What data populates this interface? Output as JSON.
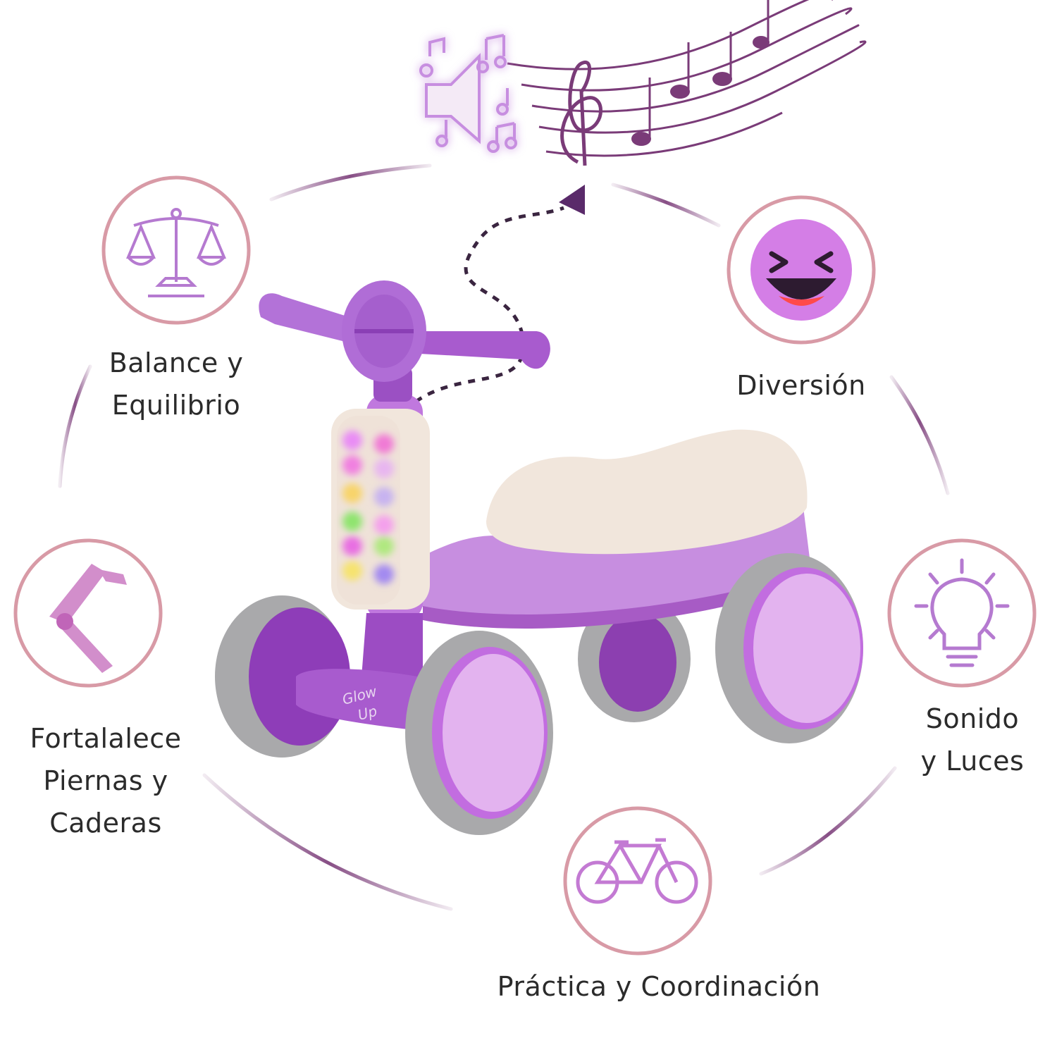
{
  "colors": {
    "purple": "#9b59b6",
    "deep_purple": "#6e2a6e",
    "lilac": "#c78ee0",
    "pink_ring": "#d89aa6",
    "cream": "#f1e6dc",
    "grey_tire": "#a9a9ab",
    "note_color": "#7a3b78"
  },
  "features": {
    "balance": {
      "line1": "Balance y",
      "line2": "Equilibrio",
      "icon": "scale-icon"
    },
    "diversion": {
      "line1": "Diversión",
      "icon": "laughing-emoji-icon"
    },
    "legs": {
      "line1": "Fortalalece",
      "line2": "Piernas y",
      "line3": "Caderas",
      "icon": "leg-joint-icon"
    },
    "sound": {
      "line1": "Sonido",
      "line2": "y Luces",
      "icon": "lightbulb-icon"
    },
    "practice": {
      "line1": "Práctica y Coordinación",
      "icon": "bicycle-icon"
    }
  },
  "product": {
    "brand_line1": "Glow",
    "brand_line2": "Up"
  }
}
